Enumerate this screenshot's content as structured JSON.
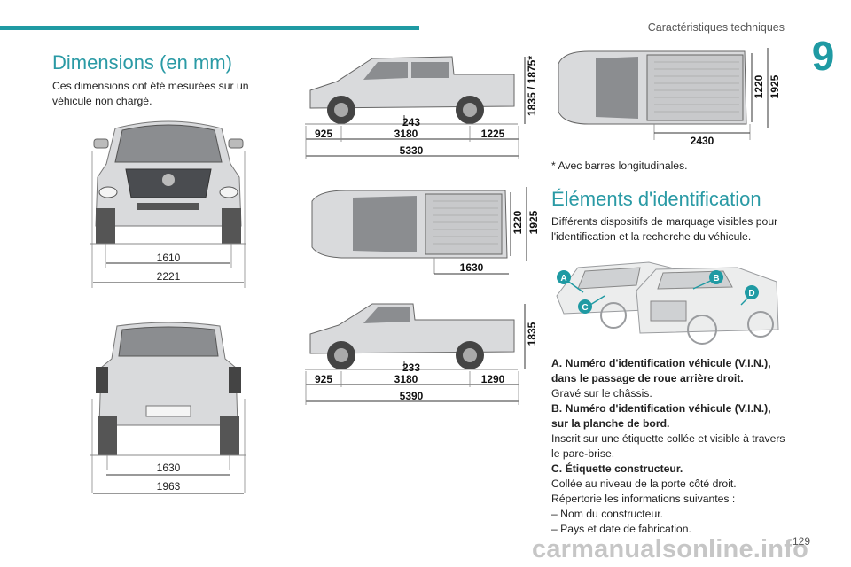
{
  "header": {
    "title": "Caractéristiques techniques",
    "chapter": "9",
    "page_number": "129"
  },
  "dimensions": {
    "heading": "Dimensions (en mm)",
    "intro": "Ces dimensions ont été mesurées sur un véhicule non chargé.",
    "front_view": {
      "track": "1610",
      "width": "2221"
    },
    "rear_view": {
      "track": "1630",
      "width": "1963"
    },
    "side_double_cab": {
      "height": "1835 / 1875*",
      "clearance": "243",
      "front_overhang": "925",
      "wheelbase": "3180",
      "rear_overhang": "1225",
      "length": "5330"
    },
    "top_double_cab": {
      "inner_width": "1220",
      "outer_width": "1925",
      "bed_length": "1630"
    },
    "side_single_cab": {
      "height": "1835",
      "clearance": "233",
      "front_overhang": "925",
      "wheelbase": "3180",
      "rear_overhang": "1290",
      "length": "5390"
    },
    "top_single_cab": {
      "inner_width": "1220",
      "outer_width": "1925",
      "bed_length": "2430"
    },
    "footnote": "* Avec barres longitudinales."
  },
  "identification": {
    "heading": "Éléments d'identification",
    "intro": "Différents dispositifs de marquage visibles pour l'identification et la recherche du véhicule.",
    "markers": [
      "A",
      "B",
      "C",
      "D"
    ],
    "accent_color": "#1f9aa3",
    "items": [
      {
        "title_1": "A. Numéro d'identification véhicule (V.I.N.),",
        "title_2": "dans le passage de roue arrière droit.",
        "desc": "Gravé sur le châssis."
      },
      {
        "title_1": "B. Numéro d'identification véhicule (V.I.N.),",
        "title_2": "sur la planche de bord.",
        "desc_1": "Inscrit sur une étiquette collée et visible à travers",
        "desc_2": "le pare-brise."
      },
      {
        "title": "C. Étiquette constructeur.",
        "desc_1": "Collée au niveau de la porte côté droit.",
        "desc_2": "Répertorie les informations suivantes :",
        "bullet_1": "–  Nom du constructeur.",
        "bullet_2": "–  Pays et date de fabrication."
      }
    ]
  },
  "watermark": "carmanualsonline.info"
}
